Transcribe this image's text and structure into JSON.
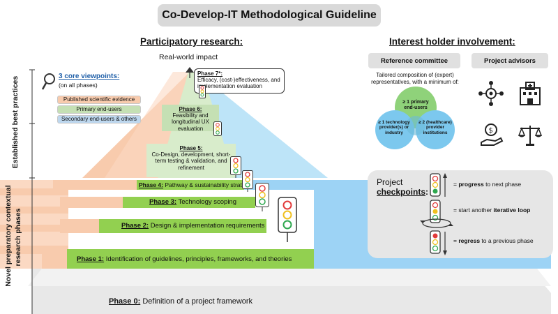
{
  "title": "Co-Develop-IT Methodological Guideline",
  "left_header": "Participatory research:",
  "right_header": "Interest holder involvement:",
  "top_label": "Real-world impact",
  "viewpoints": {
    "title": "3 core viewpoints:",
    "subtitle": "(on all phases)",
    "items": [
      {
        "label": "Published scientific evidence",
        "color": "#f8cbad"
      },
      {
        "label": "Primary end-users",
        "color": "#c5e0b4"
      },
      {
        "label": "Secondary end-users & others",
        "color": "#bdd7ee"
      }
    ]
  },
  "side_labels": {
    "established": "Established best practices",
    "novel_line1": "Novel preparatory contextual",
    "novel_line2": "research phases"
  },
  "phases": [
    {
      "name": "Phase 7*:",
      "text": "Efficacy, (cost-)effectiveness, and implementation evaluation"
    },
    {
      "name": "Phase 6:",
      "text": "Feasibility and longitudinal UX evaluation"
    },
    {
      "name": "Phase 5:",
      "text": "Co-Design, development, short-term testing & validation, and refinement"
    },
    {
      "name": "Phase 4:",
      "text": "Pathway & sustainability strategy"
    },
    {
      "name": "Phase 3:",
      "text": "Technology scoping"
    },
    {
      "name": "Phase 2:",
      "text": "Design & implementation requirements"
    },
    {
      "name": "Phase 1:",
      "text": "Identification of guidelines, principles, frameworks, and theories"
    },
    {
      "name": "Phase 0:",
      "text": "Definition of a project framework"
    }
  ],
  "reference_committee": {
    "title": "Reference committee",
    "desc": "Tailored composition of (expert) representatives, with a minimum of:",
    "circles": [
      {
        "text": "≥ 1 primary end-users",
        "color": "#8fd27a"
      },
      {
        "text": "≥ 1 technology provider(s) or industry",
        "color": "#7cc8ee"
      },
      {
        "text": "≥ 2 (healthcare) provider institutions",
        "color": "#7cc8ee"
      }
    ]
  },
  "project_advisors": {
    "title": "Project advisors"
  },
  "checkpoints": {
    "title_line1": "Project",
    "title_line2": "checkpoints",
    "colon": ":",
    "items": [
      {
        "prefix": "= ",
        "bold": "progress",
        "suffix": " to next phase"
      },
      {
        "prefix": "= start another ",
        "bold": "iterative loop",
        "suffix": ""
      },
      {
        "prefix": "= ",
        "bold": "regress",
        "suffix": " to a previous phase"
      }
    ]
  },
  "colors": {
    "orange": "#f8cbad",
    "green": "#92d050",
    "lightgreen": "#c5e0b4",
    "blue": "#9dd3f5",
    "gray": "#d9d9d9"
  }
}
